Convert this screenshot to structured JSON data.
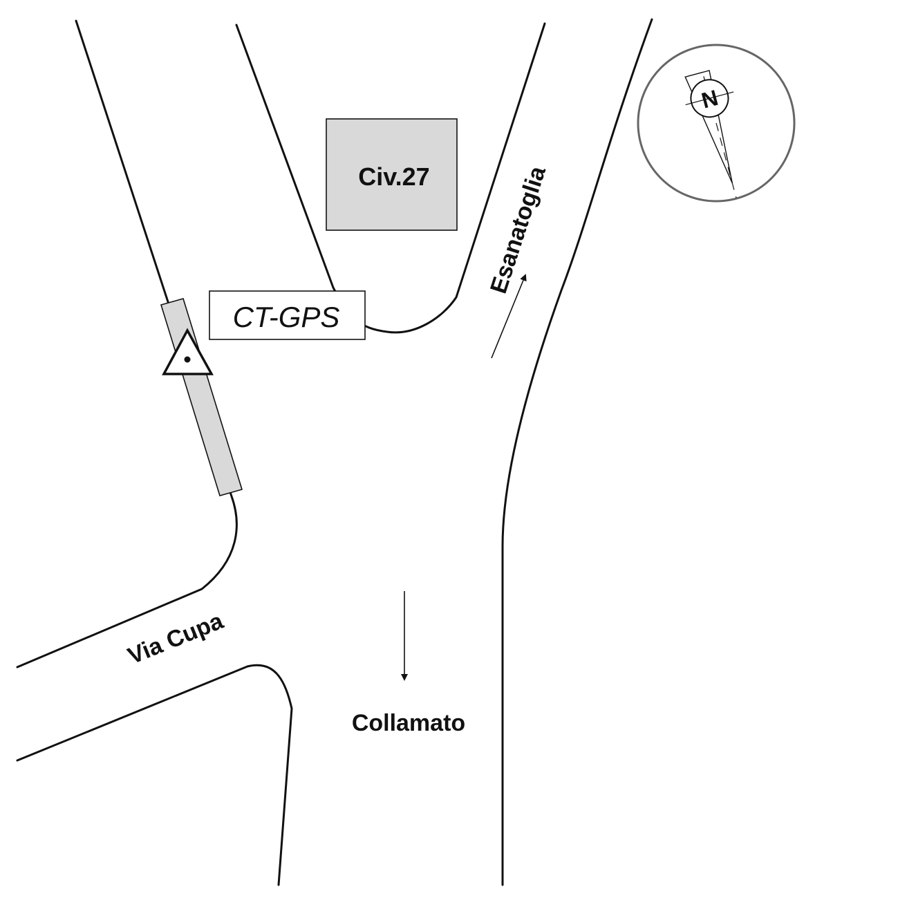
{
  "labels": {
    "building": "Civ.27",
    "station": "CT-GPS",
    "road_east": "Esanatoglia",
    "road_west": "Via Cupa",
    "road_south": "Collamato"
  },
  "compass": {
    "north_letter": "N"
  },
  "colors": {
    "line": "#111111",
    "building_fill": "#d9d9d9",
    "compass_ring": "#666666"
  },
  "icons": {
    "station_marker": "triangle-survey-point-icon",
    "compass": "north-arrow-icon"
  }
}
